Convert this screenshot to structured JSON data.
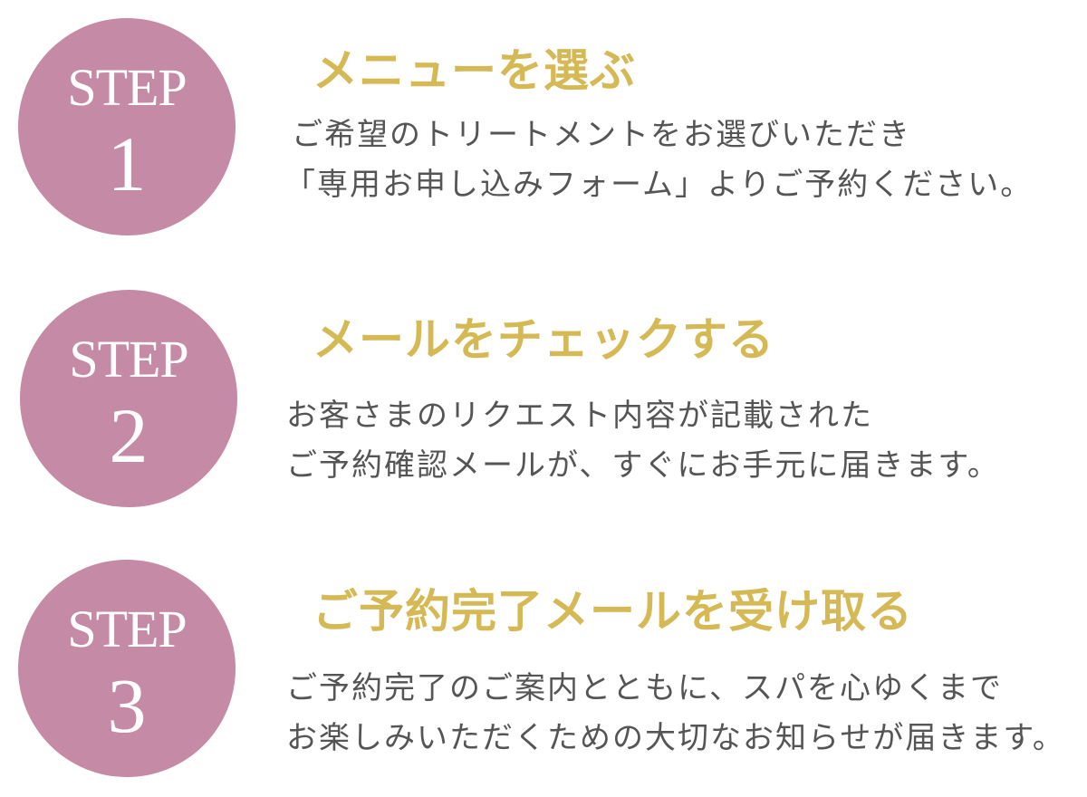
{
  "colors": {
    "circle": "#c58aa5",
    "title": "#d4b954",
    "text": "#555555"
  },
  "steps": [
    {
      "label": "STEP",
      "number": "1",
      "title": "メニューを選ぶ",
      "lines": [
        "ご希望のトリートメントをお選びいただき",
        "「専用お申し込みフォーム」よりご予約ください。"
      ]
    },
    {
      "label": "STEP",
      "number": "2",
      "title": "メールをチェックする",
      "lines": [
        "お客さまのリクエスト内容が記載された",
        "ご予約確認メールが、すぐにお手元に届きます。"
      ]
    },
    {
      "label": "STEP",
      "number": "3",
      "title": "ご予約完了メールを受け取る",
      "lines": [
        "ご予約完了のご案内とともに、スパを心ゆくまで",
        "お楽しみいただくための大切なお知らせが届きます。"
      ]
    }
  ]
}
